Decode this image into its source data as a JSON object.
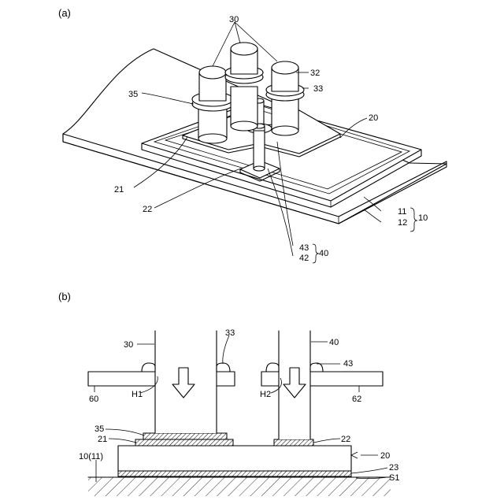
{
  "panels": {
    "a": "(a)",
    "b": "(b)"
  },
  "labels_a": {
    "l30": "30",
    "l32": "32",
    "l33": "33",
    "l35": "35",
    "l20": "20",
    "l21": "21",
    "l22": "22",
    "l11": "11",
    "l12": "12",
    "l10": "10",
    "l43": "43",
    "l42": "42",
    "l40": "40"
  },
  "labels_b": {
    "l30": "30",
    "l33": "33",
    "l40": "40",
    "l43": "43",
    "l60": "60",
    "l62": "62",
    "lH1": "H1",
    "lH2": "H2",
    "l35": "35",
    "l21": "21",
    "l22": "22",
    "l20": "20",
    "l1011": "10(11)",
    "l23": "23",
    "lS1": "S1"
  }
}
